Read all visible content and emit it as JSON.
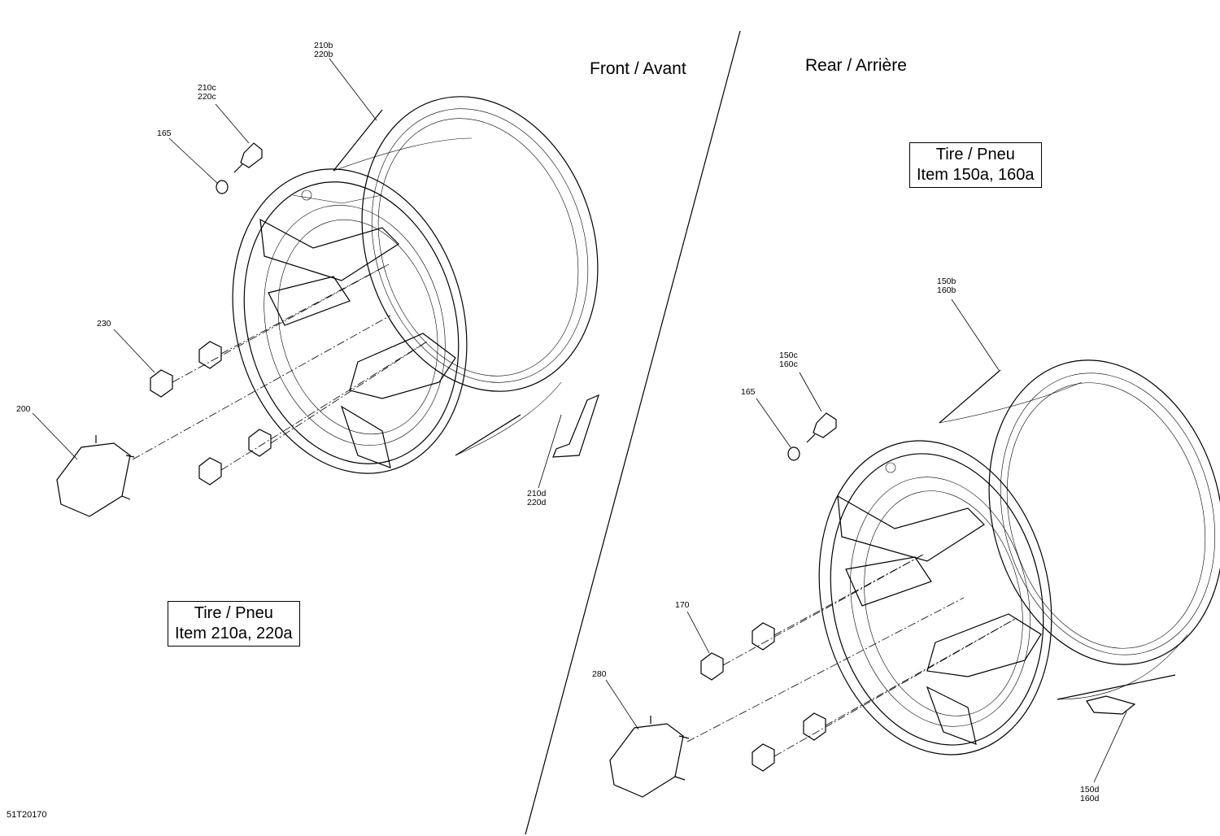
{
  "titles": {
    "front": "Front / Avant",
    "rear": "Rear / Arrière"
  },
  "tire_boxes": {
    "front": {
      "line1": "Tire / Pneu",
      "line2": "Item 210a, 220a"
    },
    "rear": {
      "line1": "Tire / Pneu",
      "line2": "Item 150a, 160a"
    }
  },
  "callouts": {
    "front_210b": [
      "210b",
      "220b"
    ],
    "front_210c": [
      "210c",
      "220c"
    ],
    "front_165": [
      "165"
    ],
    "front_230": [
      "230"
    ],
    "front_200": [
      "200"
    ],
    "front_210d": [
      "210d",
      "220d"
    ],
    "rear_150b": [
      "150b",
      "160b"
    ],
    "rear_150c": [
      "150c",
      "160c"
    ],
    "rear_165": [
      "165"
    ],
    "rear_170": [
      "170"
    ],
    "rear_280": [
      "280"
    ],
    "rear_150d": [
      "150d",
      "160d"
    ]
  },
  "document_id": "51T20170"
}
